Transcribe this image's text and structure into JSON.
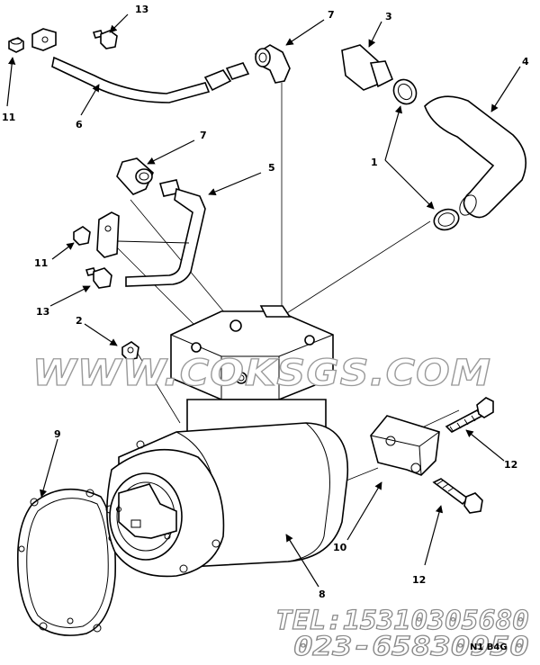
{
  "callouts": [
    {
      "id": "c1",
      "label": "1"
    },
    {
      "id": "c2",
      "label": "2"
    },
    {
      "id": "c3",
      "label": "3"
    },
    {
      "id": "c4",
      "label": "4"
    },
    {
      "id": "c5",
      "label": "5"
    },
    {
      "id": "c6",
      "label": "6"
    },
    {
      "id": "c7a",
      "label": "7"
    },
    {
      "id": "c7b",
      "label": "7"
    },
    {
      "id": "c8",
      "label": "8"
    },
    {
      "id": "c9",
      "label": "9"
    },
    {
      "id": "c10",
      "label": "10"
    },
    {
      "id": "c11a",
      "label": "11"
    },
    {
      "id": "c11b",
      "label": "11"
    },
    {
      "id": "c12a",
      "label": "12"
    },
    {
      "id": "c12b",
      "label": "12"
    },
    {
      "id": "c13a",
      "label": "13"
    },
    {
      "id": "c13b",
      "label": "13"
    }
  ],
  "watermark": "WWW.COKSGS.COM",
  "contact": {
    "tel": "TEL:15310305680",
    "phone": "023-65830950"
  },
  "figure_code": "N1 B4G"
}
